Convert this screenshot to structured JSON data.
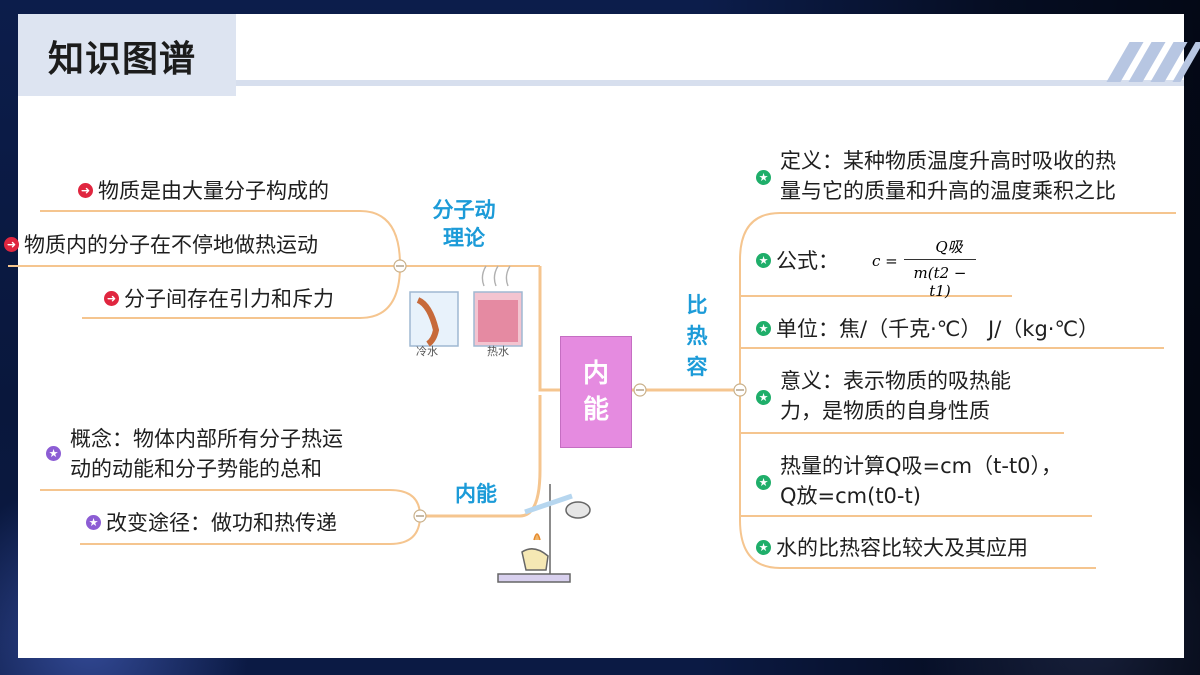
{
  "title": "知识图谱",
  "center": {
    "label": "内能"
  },
  "branches": {
    "molecular": "分子动理论",
    "internal": "内能",
    "specific_heat": "比热容"
  },
  "molecular_items": [
    "物质是由大量分子构成的",
    "物质内的分子在不停地做热运动",
    "分子间存在引力和斥力"
  ],
  "internal_items": [
    "概念：物体内部所有分子热运动的动能和分子势能的总和",
    "改变途径：做功和热传递"
  ],
  "internal_concept_lines": [
    "概念：物体内部所有分子热运",
    "动的动能和分子势能的总和"
  ],
  "specific_heat_items": {
    "definition": [
      "定义：某种物质温度升高时吸收的热",
      "量与它的质量和升高的温度乘积之比"
    ],
    "formula_label": "公式：",
    "formula": {
      "lhs": "c =",
      "numerator": "Q吸",
      "denominator": "m(t2 − t1)"
    },
    "unit": "单位：焦/（千克·℃） J/（kg·℃）",
    "meaning": [
      "意义：表示物质的吸热能",
      "力，是物质的自身性质"
    ],
    "heat_calc": [
      "热量的计算Q吸=cm（t-t0），",
      "Q放=cm(t0-t)"
    ],
    "water": "水的比热容比较大及其应用"
  },
  "beaker_labels": [
    "冷水",
    "热水"
  ],
  "colors": {
    "branch": "#1c9bd8",
    "center": "#e58be0",
    "line": "#f5c58f",
    "red": "#e0263f",
    "purple": "#8c5dd4",
    "green": "#1fae6a"
  }
}
